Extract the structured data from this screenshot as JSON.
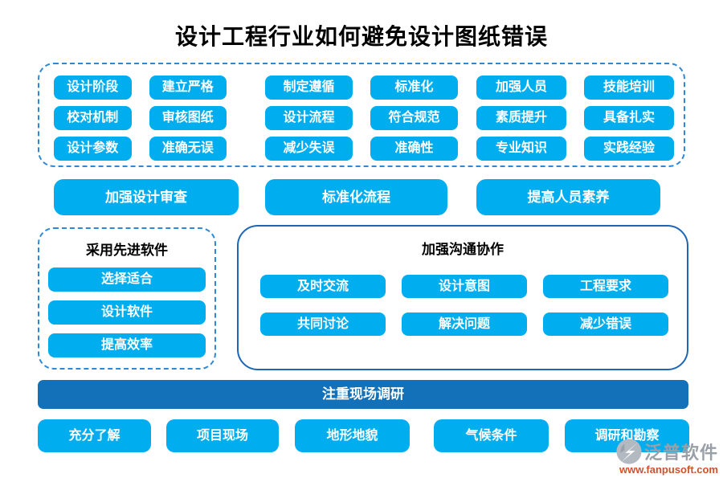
{
  "title": "设计工程行业如何避免设计图纸错误",
  "keyword_panel": {
    "groups": [
      {
        "chips": [
          "设计阶段",
          "建立严格",
          "校对机制",
          "审核图纸",
          "设计参数",
          "准确无误"
        ]
      },
      {
        "chips": [
          "制定遵循",
          "标准化",
          "设计流程",
          "符合规范",
          "减少失误",
          "准确性"
        ]
      },
      {
        "chips": [
          "加强人员",
          "技能培训",
          "素质提升",
          "具备扎实",
          "专业知识",
          "实践经验"
        ]
      }
    ]
  },
  "strategies": [
    "加强设计审查",
    "标准化流程",
    "提高人员素养"
  ],
  "software_panel": {
    "title": "采用先进软件",
    "chips": [
      "选择适合",
      "设计软件",
      "提高效率"
    ]
  },
  "communication_panel": {
    "title": "加强沟通协作",
    "chips": [
      "及时交流",
      "设计意图",
      "工程要求",
      "共同讨论",
      "解决问题",
      "减少错误"
    ]
  },
  "research_bar": "注重现场调研",
  "research_chips": [
    "充分了解",
    "项目现场",
    "地形地貌",
    "气候条件",
    "调研和勘察"
  ],
  "watermark": {
    "brand": "泛普软件",
    "url": "www.fanpusoft.com"
  },
  "colors": {
    "chip_cyan": "#00AEEF",
    "bar_blue": "#1271B8",
    "dashed_border_blue": "#3088D4",
    "solid_border_blue": "#1E66B3",
    "brand_grey": "#9AA0A8",
    "url_orange": "#CF5228",
    "title_black": "#000000"
  }
}
